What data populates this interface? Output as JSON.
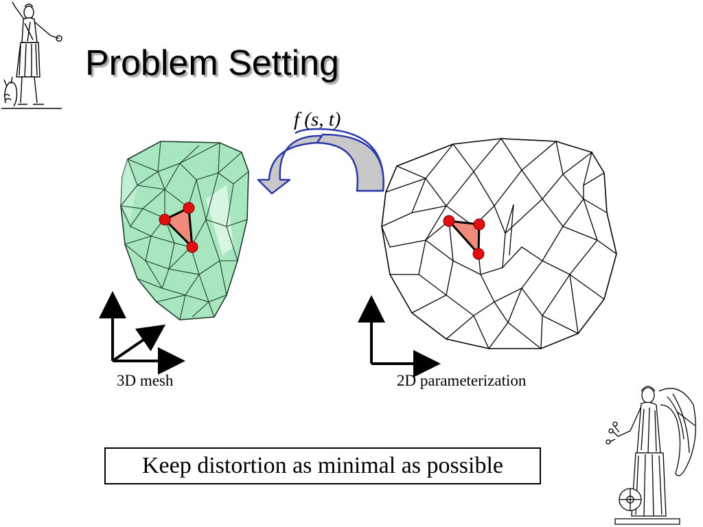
{
  "slide": {
    "title": "Problem Setting",
    "mapping_label": "f (s, t)",
    "caption_3d": "3D mesh",
    "caption_2d": "2D parameterization",
    "note": "Keep distortion as minimal as possible"
  },
  "colors": {
    "mesh_fill": "#a8e6c0",
    "mesh_edge": "#1b3a2a",
    "highlight_triangle": "#f08a7a",
    "vertex": "#e01010",
    "arrow_fill": "#c8c8c8",
    "arrow_stroke": "#2a3aa8"
  },
  "icons": {
    "statue_top_left": "classical-figure-icon",
    "statue_bottom_right": "winged-figure-icon"
  }
}
